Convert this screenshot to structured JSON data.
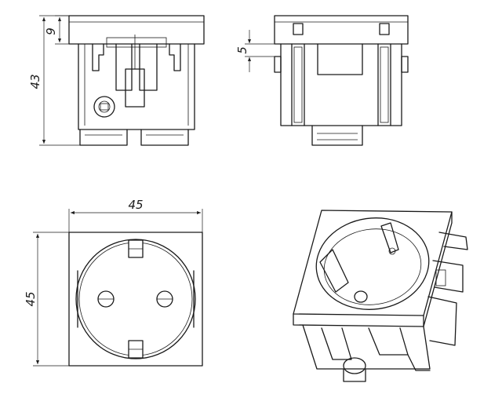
{
  "dimensions": {
    "front_height": "43",
    "front_top_offset": "9",
    "side_offset": "5",
    "plate_width": "45",
    "plate_height": "45"
  }
}
